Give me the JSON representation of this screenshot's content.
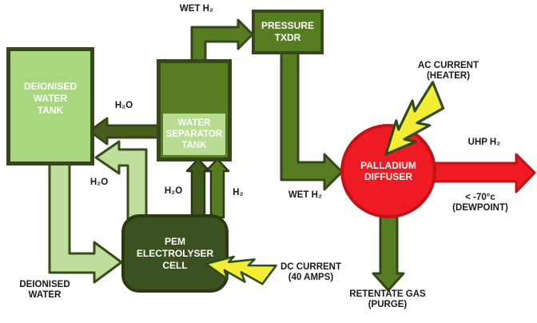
{
  "diagram_title": "PEM electrolyser hydrogen purification process diagram",
  "colors": {
    "light_green_fill": "#a9d67f",
    "light_pipe_fill": "#bede9b",
    "mid_green_fill": "#567d22",
    "dark_cell_fill": "#3b511f",
    "dark_border": "#36471a",
    "dark_water_arrow": "#485e1d",
    "red_fill": "#ee1b24",
    "red_border": "#c11218",
    "bolt_yellow": "#f3ee33",
    "bolt_outline": "#2f4c1c",
    "label_text": "#1a1a1a"
  },
  "nodes": {
    "deionised_tank": {
      "label": "DEIONISED\nWATER\nTANK"
    },
    "water_separator": {
      "label": "WATER\nSEPARATOR\nTANK"
    },
    "pressure_txdr": {
      "label": "PRESSURE\nTXDR"
    },
    "pem_cell": {
      "label": "PEM\nELECTROLYSER\nCELL"
    },
    "palladium_diffuser": {
      "label": "PALLADIUM\nDIFFUSER"
    }
  },
  "labels": {
    "wet_h2_top": "WET H₂",
    "h2o_separator_return": "H₂O",
    "h2o_cell_return": "H₂O",
    "h2o_cell_up": "H₂O",
    "h2_cell_up": "H₂",
    "wet_h2_diffuser": "WET H₂",
    "uhp_h2": "UHP H₂",
    "dewpoint": [
      "< -70°c",
      "(DEWPOINT)"
    ],
    "ac_current": [
      "AC CURRENT",
      "(HEATER)"
    ],
    "dc_current": [
      "DC CURRENT",
      "(40 AMPS)"
    ],
    "retentate": [
      "RETENTATE GAS",
      "(PURGE)"
    ],
    "deionised_water": [
      "DEIONISED",
      "WATER"
    ]
  }
}
